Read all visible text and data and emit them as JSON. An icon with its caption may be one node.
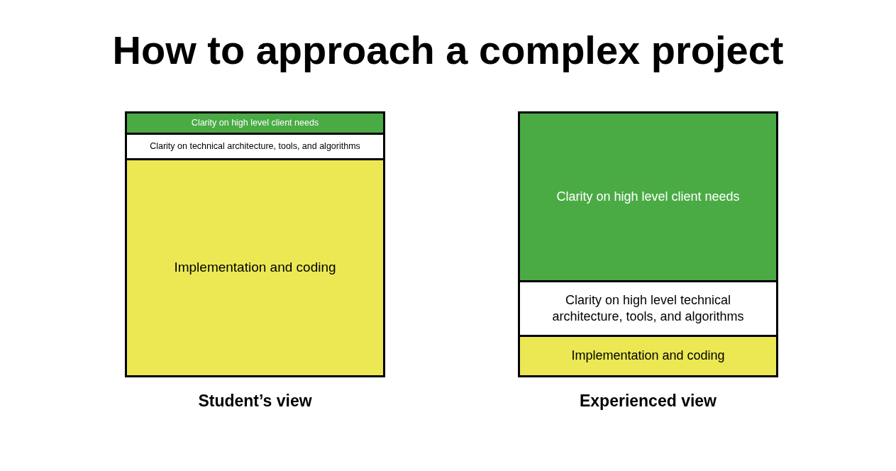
{
  "diagram": {
    "title": "How to approach a complex project",
    "nodes": [
      {
        "text": [
          "Student’s view"
        ]
      },
      {
        "text": [
          "Clarity on high level client needs"
        ],
        "in": 0
      },
      {
        "text": [
          "Clarity on technical architecture, tools, and algorithms"
        ],
        "in": 0
      },
      {
        "text": [
          "Implementation and coding"
        ],
        "in": 0
      },
      {
        "text": [
          "Experienced view"
        ]
      },
      {
        "text": [
          "Clarity on high level client needs"
        ],
        "in": 4
      },
      {
        "text": [
          "Clarity on high level technical architecture, tools, and algorithms"
        ],
        "in": 4
      },
      {
        "text": [
          "Implementation and coding"
        ],
        "in": 4
      }
    ]
  }
}
